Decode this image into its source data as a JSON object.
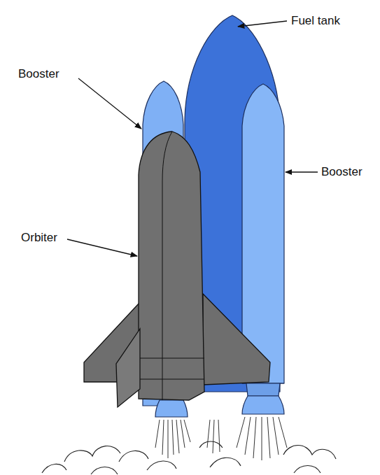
{
  "diagram": {
    "labels": [
      "Fuel tank",
      "Booster",
      "Booster",
      "Orbiter"
    ]
  }
}
